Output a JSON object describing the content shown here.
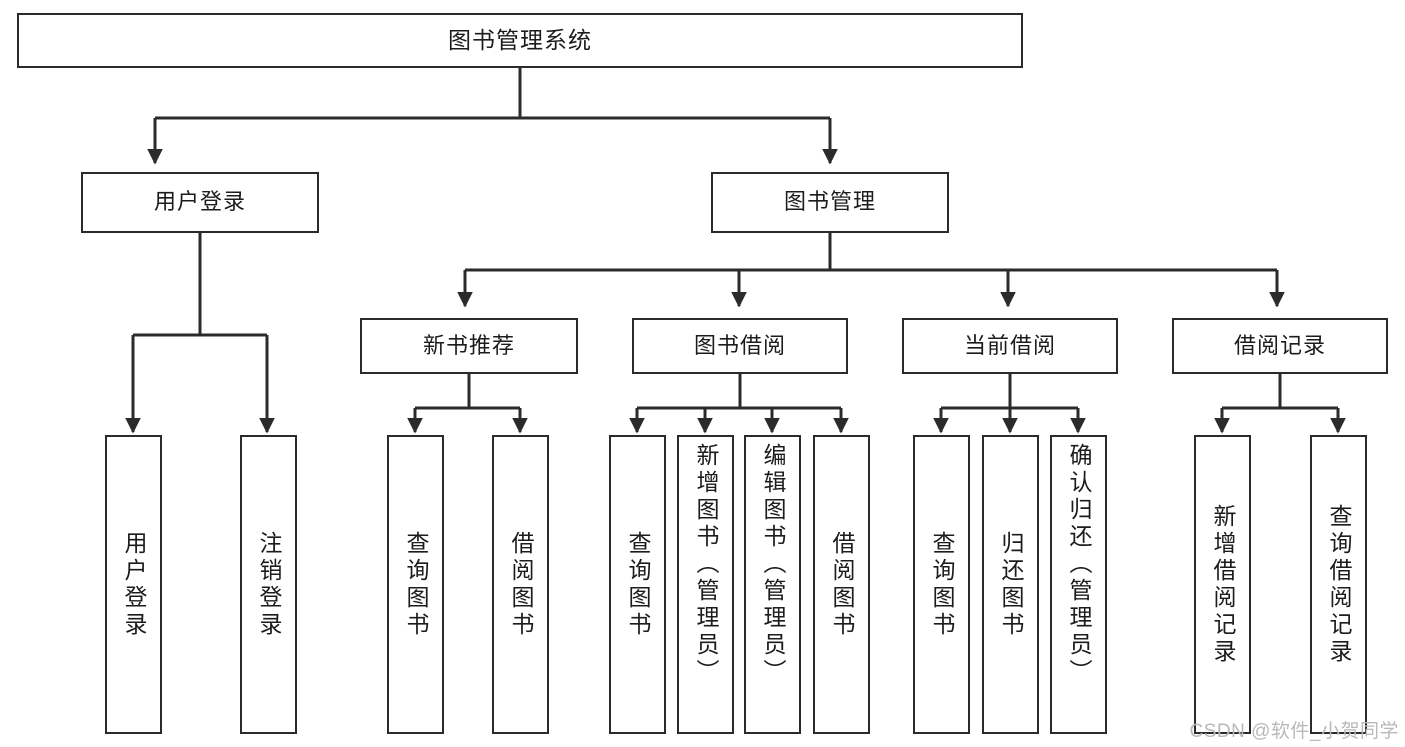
{
  "diagram": {
    "title": "图书管理系统",
    "style": {
      "background": "#ffffff",
      "box_border": "#2b2b2b",
      "box_fill": "#ffffff",
      "line": "#2b2b2b",
      "text": "#1c1c1c",
      "watermark": "#b9b9b9"
    },
    "root": {
      "label": "图书管理系统"
    },
    "level2": [
      {
        "label": "用户登录"
      },
      {
        "label": "图书管理"
      }
    ],
    "level3": [
      {
        "label": "新书推荐"
      },
      {
        "label": "图书借阅"
      },
      {
        "label": "当前借阅"
      },
      {
        "label": "借阅记录"
      }
    ],
    "leaves": {
      "user_login": [
        {
          "label": "用户登录"
        },
        {
          "label": "注销登录"
        }
      ],
      "new_book": [
        {
          "label": "查询图书"
        },
        {
          "label": "借阅图书"
        }
      ],
      "borrow_book": [
        {
          "label": "查询图书"
        },
        {
          "label": "新增图书（管理员）"
        },
        {
          "label": "编辑图书（管理员）"
        },
        {
          "label": "借阅图书"
        }
      ],
      "current_borrow": [
        {
          "label": "查询图书"
        },
        {
          "label": "归还图书"
        },
        {
          "label": "确认归还（管理员）"
        }
      ],
      "borrow_record": [
        {
          "label": "新增借阅记录"
        },
        {
          "label": "查询借阅记录"
        }
      ]
    }
  },
  "watermark": {
    "text": "CSDN @软件_小贺同学"
  }
}
